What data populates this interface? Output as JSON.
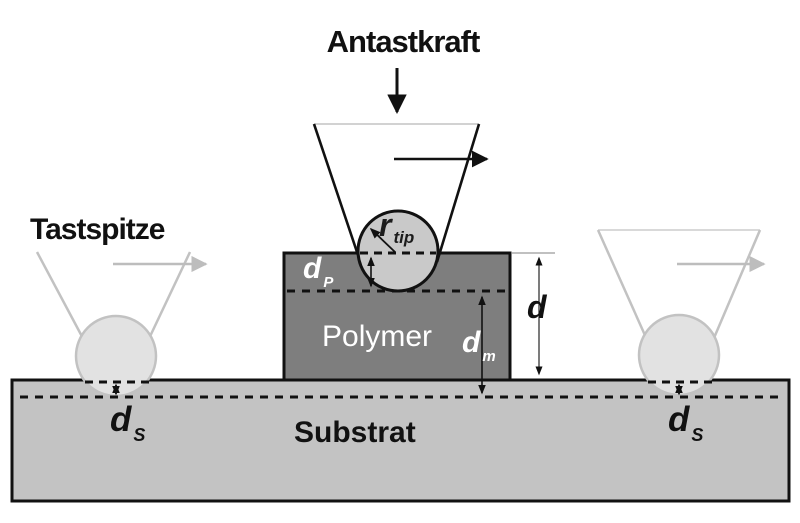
{
  "figure": {
    "title": "Antastkraft",
    "left_probe_label": "Tastspitze",
    "polymer_label": "Polymer",
    "substrate_label": "Substrat",
    "dimensions": {
      "tip_radius": {
        "main": "r",
        "sub": "tip"
      },
      "polymer_indent": {
        "main": "d",
        "sub": "P"
      },
      "measured_height": {
        "main": "d",
        "sub": "m"
      },
      "layer_thickness": {
        "main": "d"
      },
      "substrate_indent": {
        "main": "d",
        "sub": "S"
      }
    },
    "palette": {
      "background": "#ffffff",
      "polymer_fill": "#7e7e7e",
      "substrate_fill": "#c3c3c3",
      "tip_sphere_fill": "#c9c9c9",
      "ghost_sphere_fill": "#e2e2e2",
      "ghost_probe_stroke": "#c2c2c2",
      "ghost_arrow": "#bdbdbd",
      "line": "#111111",
      "text_on_dark": "#ffffff"
    }
  }
}
